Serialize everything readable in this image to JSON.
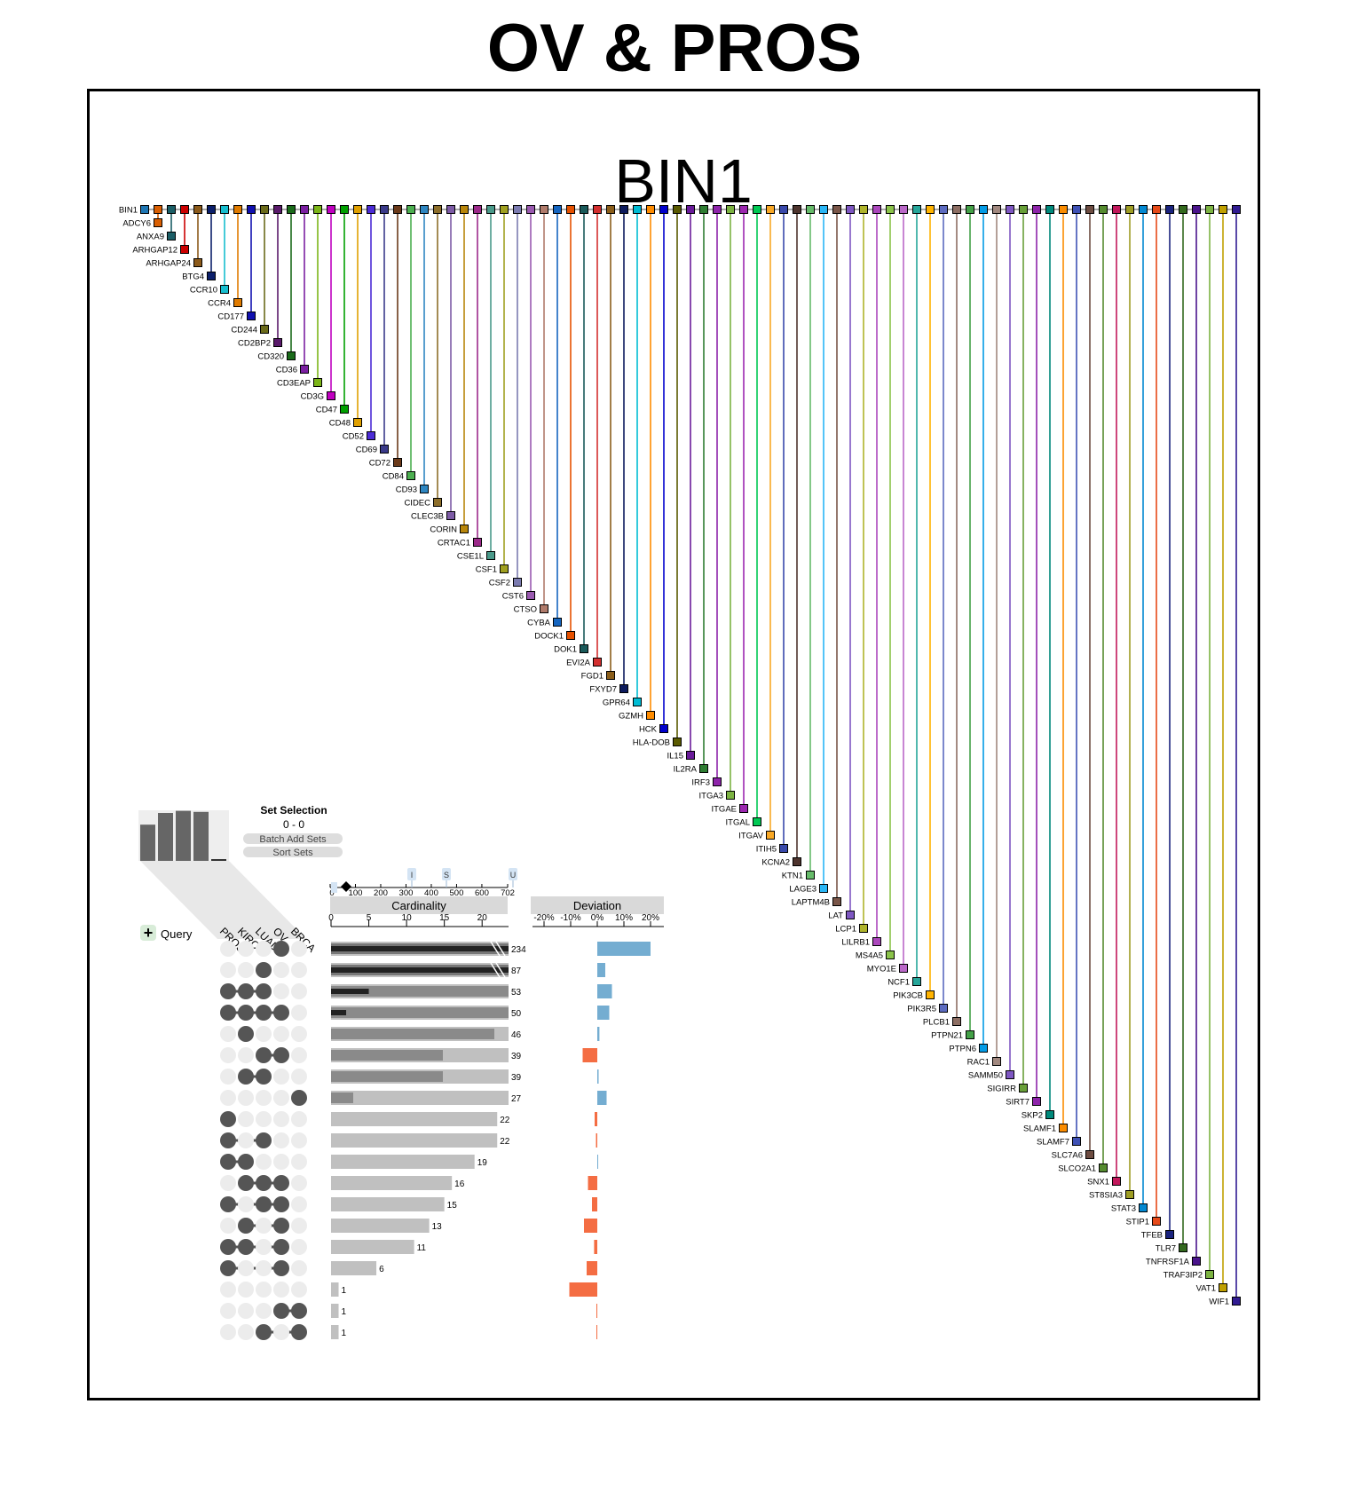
{
  "page_title": "OV & PROS",
  "chart_data": [
    {
      "type": "tree",
      "root": "BIN1",
      "genes": [
        "BIN1",
        "ADCY6",
        "ANXA9",
        "ARHGAP12",
        "ARHGAP24",
        "BTG4",
        "CCR10",
        "CCR4",
        "CD177",
        "CD244",
        "CD2BP2",
        "CD320",
        "CD36",
        "CD3EAP",
        "CD3G",
        "CD47",
        "CD48",
        "CD52",
        "CD69",
        "CD72",
        "CD84",
        "CD93",
        "CIDEC",
        "CLEC3B",
        "CORIN",
        "CRTAC1",
        "CSE1L",
        "CSF1",
        "CSF2",
        "CST6",
        "CTSO",
        "CYBA",
        "DOCK1",
        "DOK1",
        "EVI2A",
        "FGD1",
        "FXYD7",
        "GPR64",
        "GZMH",
        "HCK",
        "HLA-DOB",
        "IL15",
        "IL2RA",
        "IRF3",
        "ITGA3",
        "ITGAE",
        "ITGAL",
        "ITGAV",
        "ITIH5",
        "KCNA2",
        "KTN1",
        "LAGE3",
        "LAPTM4B",
        "LAT",
        "LCP1",
        "LILRB1",
        "MS4A5",
        "MYO1E",
        "NCF1",
        "PIK3CB",
        "PIK3R5",
        "PLCB1",
        "PTPN21",
        "PTPN6",
        "RAC1",
        "SAMM50",
        "SIGIRR",
        "SIRT7",
        "SKP2",
        "SLAMF1",
        "SLAMF7",
        "SLC7A6",
        "SLCO2A1",
        "SNX1",
        "ST8SIA3",
        "STAT3",
        "STIP1",
        "TFEB",
        "TLR7",
        "TNFRSF1A",
        "TRAF3IP2",
        "VAT1",
        "WIF1"
      ],
      "palette": [
        "#1f77b4",
        "#d95f02",
        "#1b5e66",
        "#cc0000",
        "#8c5a1a",
        "#0b1f6b",
        "#17becf",
        "#e07b00",
        "#1010b0",
        "#6b6b1a",
        "#5a1a6b",
        "#1a6b1a",
        "#7b1fa2",
        "#7cb518",
        "#c000c0",
        "#00a000",
        "#e0a000",
        "#4b2bd6",
        "#3a3a8a",
        "#6b3a1a",
        "#4caf50",
        "#2e86c1",
        "#8d6e2a",
        "#7d5ba6",
        "#b8860b",
        "#9c2a8a",
        "#4a9a8a",
        "#a0a020",
        "#7b7bb0",
        "#9a5ab0",
        "#b07b6b",
        "#1565c0",
        "#e65100",
        "#1a5a5a",
        "#d32f2f",
        "#8b5e1a",
        "#0d1b5e",
        "#00bcd4",
        "#ff8c00",
        "#0000cd",
        "#5a5a00",
        "#6a1b9a",
        "#2e7d32",
        "#8e24aa",
        "#7cb342",
        "#9c27b0",
        "#00c853",
        "#f9a825",
        "#3949ab",
        "#4e342e",
        "#66bb6a",
        "#29b6f6",
        "#795548",
        "#7e57c2",
        "#afb42b",
        "#ab47bc",
        "#8bc34a",
        "#ba68c8",
        "#26a69a",
        "#ffb300",
        "#5c6bc0",
        "#8d6e63",
        "#43a047",
        "#039be5",
        "#a1887f",
        "#7e57c2",
        "#689f38",
        "#8e24aa",
        "#00897b",
        "#fb8c00",
        "#3f51b5",
        "#6d4c41",
        "#558b2f",
        "#c2185b",
        "#9e9d24",
        "#0288d1",
        "#e64a19",
        "#1a237e",
        "#33691e",
        "#4a148c",
        "#7cb342",
        "#c0a000",
        "#311b92"
      ]
    },
    {
      "type": "bar",
      "name": "upset",
      "sets": [
        "PROS",
        "KIRC",
        "LUAD",
        "OV",
        "BRCA"
      ],
      "set_sizes": [
        68,
        90,
        94,
        92,
        0
      ],
      "cardinality_scale": [
        0,
        5,
        10,
        15,
        20
      ],
      "cardinality_max": 23.5,
      "top_scale": [
        "0",
        "100",
        "200",
        "300",
        "400",
        "500",
        "600",
        "702"
      ],
      "top_scale_markers": [
        "I",
        "S",
        "U"
      ],
      "columns": {
        "cardinality": "Cardinality",
        "deviation": "Deviation"
      },
      "deviation_scale": [
        "-20%",
        "-10%",
        "0%",
        "10%",
        "20%"
      ],
      "rows": [
        {
          "members": [
            0,
            0,
            0,
            1,
            0
          ],
          "value": 234,
          "bar": 23.5,
          "dark": 23.5,
          "deviation": 20
        },
        {
          "members": [
            0,
            0,
            1,
            0,
            0
          ],
          "value": 87,
          "bar": 23.5,
          "dark": 23.5,
          "deviation": 3
        },
        {
          "members": [
            1,
            1,
            1,
            0,
            0
          ],
          "value": 53,
          "bar": 23.5,
          "dark": 5,
          "deviation": 5.5
        },
        {
          "members": [
            1,
            1,
            1,
            1,
            0
          ],
          "value": 50,
          "bar": 23.5,
          "dark": 2,
          "deviation": 4.5
        },
        {
          "members": [
            0,
            1,
            0,
            0,
            0
          ],
          "value": 46,
          "bar": 23.5,
          "dark": 0,
          "deviation": 0.8
        },
        {
          "members": [
            0,
            0,
            1,
            1,
            0
          ],
          "value": 39,
          "bar": 23.5,
          "dark": 0,
          "deviation": -5.5
        },
        {
          "members": [
            0,
            1,
            1,
            0,
            0
          ],
          "value": 39,
          "bar": 23.5,
          "dark": 0,
          "deviation": 0.5
        },
        {
          "members": [
            0,
            0,
            0,
            0,
            1
          ],
          "value": 27,
          "bar": 23.5,
          "dark": 0,
          "deviation": 3.5
        },
        {
          "members": [
            1,
            0,
            0,
            0,
            0
          ],
          "value": 22,
          "bar": 22,
          "dark": 0,
          "deviation": -1
        },
        {
          "members": [
            1,
            0,
            1,
            0,
            0
          ],
          "value": 22,
          "bar": 22,
          "dark": 0,
          "deviation": -0.5
        },
        {
          "members": [
            1,
            1,
            0,
            0,
            0
          ],
          "value": 19,
          "bar": 19,
          "dark": 0,
          "deviation": 0.3
        },
        {
          "members": [
            0,
            1,
            1,
            1,
            0
          ],
          "value": 16,
          "bar": 16,
          "dark": 0,
          "deviation": -3.5
        },
        {
          "members": [
            1,
            0,
            1,
            1,
            0
          ],
          "value": 15,
          "bar": 15,
          "dark": 0,
          "deviation": -2
        },
        {
          "members": [
            0,
            1,
            0,
            1,
            0
          ],
          "value": 13,
          "bar": 13,
          "dark": 0,
          "deviation": -5
        },
        {
          "members": [
            1,
            1,
            0,
            1,
            0
          ],
          "value": 11,
          "bar": 11,
          "dark": 0,
          "deviation": -1.2
        },
        {
          "members": [
            1,
            0,
            0,
            1,
            0
          ],
          "value": 6,
          "bar": 6,
          "dark": 0,
          "deviation": -4
        },
        {
          "members": [
            0,
            0,
            0,
            0,
            0
          ],
          "value": 1,
          "bar": 1,
          "dark": 0,
          "deviation": -10.5
        },
        {
          "members": [
            0,
            0,
            0,
            1,
            1
          ],
          "value": 1,
          "bar": 1,
          "dark": 0,
          "deviation": -0.3
        },
        {
          "members": [
            0,
            0,
            1,
            0,
            1
          ],
          "value": 1,
          "bar": 1,
          "dark": 0,
          "deviation": -0.2
        }
      ]
    }
  ],
  "panel": {
    "set_selection": "Set Selection",
    "selection_range": "0 - 0",
    "batch_add_sets": "Batch Add Sets",
    "sort_sets": "Sort Sets",
    "query": "Query"
  }
}
